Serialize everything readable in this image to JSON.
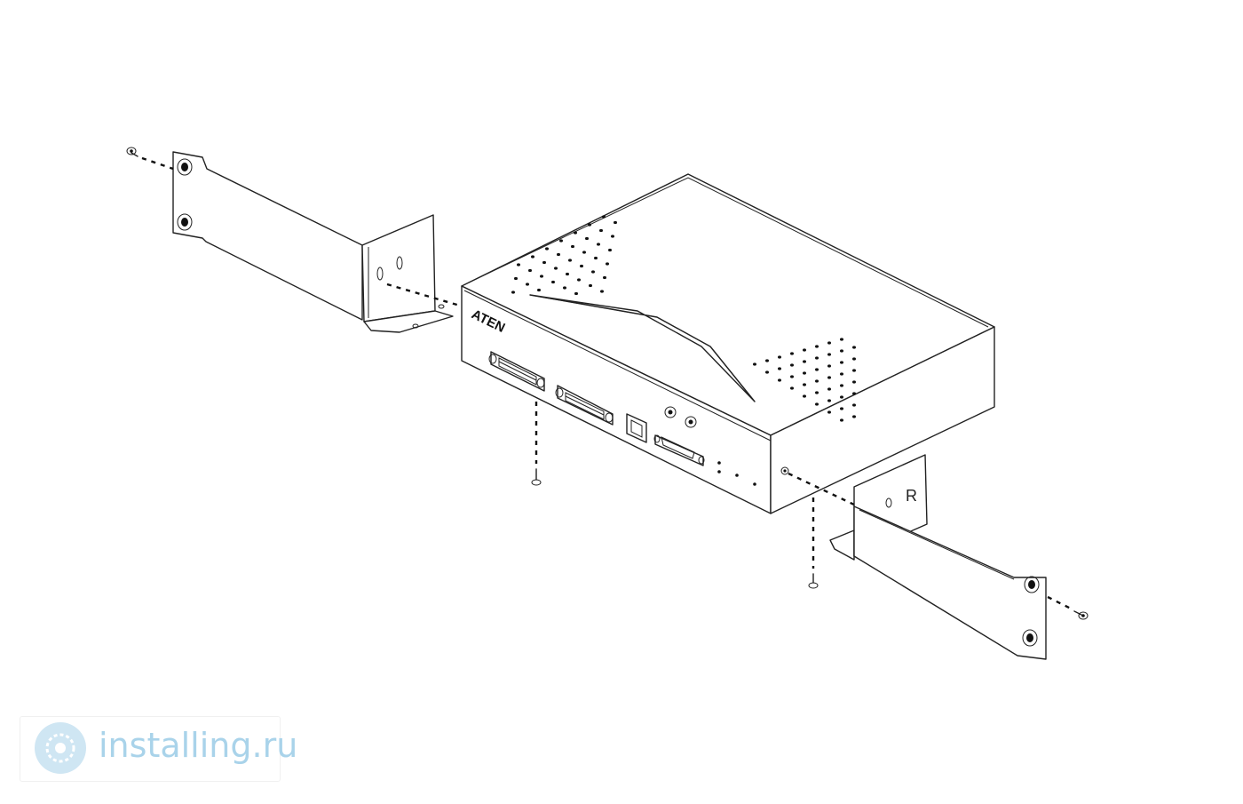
{
  "diagram": {
    "brand_label": "ATEN",
    "right_bracket_label": "R"
  },
  "watermark": {
    "site": "installing.ru",
    "logo_icon": "gear-circle-icon",
    "color": "#a9d3ea"
  }
}
